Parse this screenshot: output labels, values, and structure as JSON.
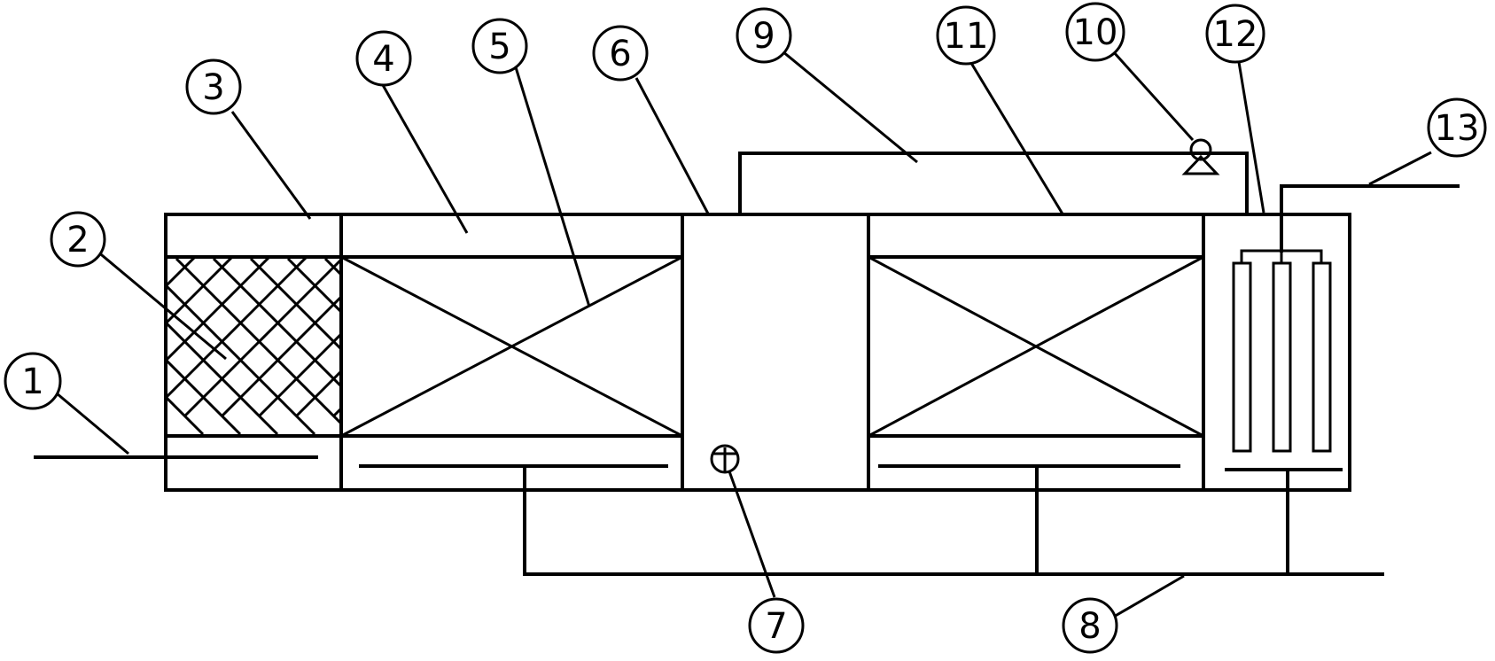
{
  "labels": {
    "c1": "1",
    "c2": "2",
    "c3": "3",
    "c4": "4",
    "c5": "5",
    "c6": "6",
    "c7": "7",
    "c8": "8",
    "c9": "9",
    "c10": "10",
    "c11": "11",
    "c12": "12",
    "c13": "13"
  }
}
